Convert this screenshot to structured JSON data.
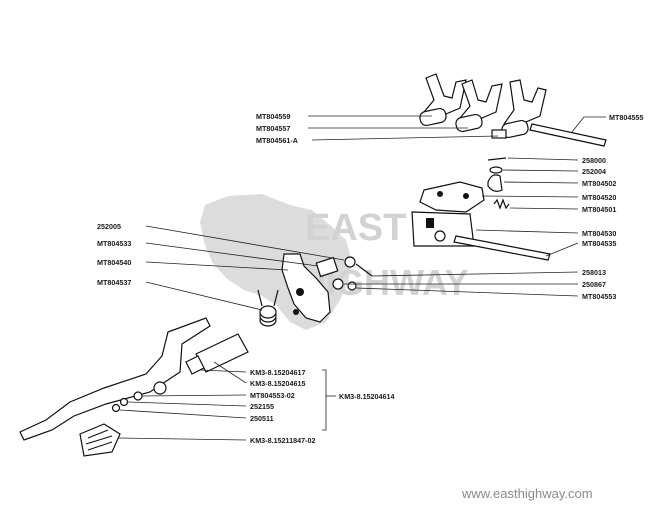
{
  "watermark": {
    "line1": "EAST",
    "line2": "HIGHWAY",
    "url": "www.easthighway.com"
  },
  "labels": {
    "mt804559": "MT804559",
    "mt804557": "MT804557",
    "mt804561a": "MT804561-A",
    "mt804555": "MT804555",
    "p258000": "258000",
    "p252004": "252004",
    "mt804502": "MT804502",
    "mt804520": "MT804520",
    "mt804501": "MT804501",
    "mt804530": "MT804530",
    "mt804535": "MT804535",
    "p252005": "252005",
    "mt804533": "MT804533",
    "mt804540": "MT804540",
    "mt804537": "MT804537",
    "p258013": "258013",
    "p250867": "250867",
    "mt804553": "MT804553",
    "km3_15204617": "KM3-8.15204617",
    "km3_15204615": "KM3-8.15204615",
    "mt804553_02": "MT804553-02",
    "p252155": "252155",
    "p250511": "250511",
    "km3_15211847": "KM3-8.15211847-02",
    "km3_15204614": "KM3-8.15204614"
  },
  "colors": {
    "ink": "#111111",
    "watermark": "#d2d2d2",
    "url": "#8a8a8a"
  }
}
